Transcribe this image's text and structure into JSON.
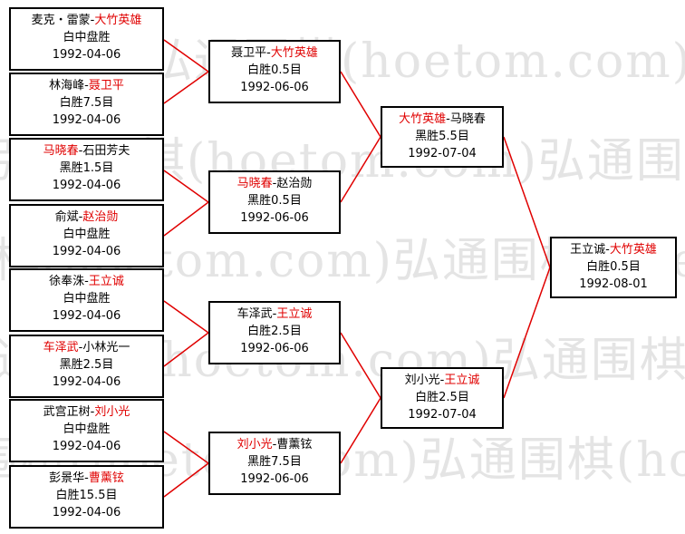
{
  "watermark": "弘通围棋(hoetom.com)弘通围棋(hoetom.com)",
  "bracket": {
    "round1": [
      {
        "p1": "麦克・雷蒙",
        "p2": "大竹英雄",
        "winner": 2,
        "result": "白中盘胜",
        "date": "1992-04-06"
      },
      {
        "p1": "林海峰",
        "p2": "聂卫平",
        "winner": 2,
        "result": "白胜7.5目",
        "date": "1992-04-06"
      },
      {
        "p1": "马晓春",
        "p2": "石田芳夫",
        "winner": 1,
        "result": "黑胜1.5目",
        "date": "1992-04-06"
      },
      {
        "p1": "俞斌",
        "p2": "赵治勋",
        "winner": 2,
        "result": "白中盘胜",
        "date": "1992-04-06"
      },
      {
        "p1": "徐奉洙",
        "p2": "王立诚",
        "winner": 2,
        "result": "白中盘胜",
        "date": "1992-04-06"
      },
      {
        "p1": "车泽武",
        "p2": "小林光一",
        "winner": 1,
        "result": "黑胜2.5目",
        "date": "1992-04-06"
      },
      {
        "p1": "武宫正树",
        "p2": "刘小光",
        "winner": 2,
        "result": "白中盘胜",
        "date": "1992-04-06"
      },
      {
        "p1": "彭景华",
        "p2": "曹薰铉",
        "winner": 2,
        "result": "白胜15.5目",
        "date": "1992-04-06"
      }
    ],
    "round2": [
      {
        "p1": "聂卫平",
        "p2": "大竹英雄",
        "winner": 2,
        "result": "白胜0.5目",
        "date": "1992-06-06"
      },
      {
        "p1": "马晓春",
        "p2": "赵治勋",
        "winner": 1,
        "result": "黑胜0.5目",
        "date": "1992-06-06"
      },
      {
        "p1": "车泽武",
        "p2": "王立诚",
        "winner": 2,
        "result": "白胜2.5目",
        "date": "1992-06-06"
      },
      {
        "p1": "刘小光",
        "p2": "曹薰铉",
        "winner": 1,
        "result": "黑胜7.5目",
        "date": "1992-06-06"
      }
    ],
    "round3": [
      {
        "p1": "大竹英雄",
        "p2": "马晓春",
        "winner": 1,
        "result": "黑胜5.5目",
        "date": "1992-07-04"
      },
      {
        "p1": "刘小光",
        "p2": "王立诚",
        "winner": 2,
        "result": "白胜2.5目",
        "date": "1992-07-04"
      }
    ],
    "final": [
      {
        "p1": "王立诚",
        "p2": "大竹英雄",
        "winner": 2,
        "result": "白胜0.5目",
        "date": "1992-08-01"
      }
    ]
  },
  "colors": {
    "winner": "#e00000",
    "connector": "#e00000",
    "border": "#000000"
  }
}
